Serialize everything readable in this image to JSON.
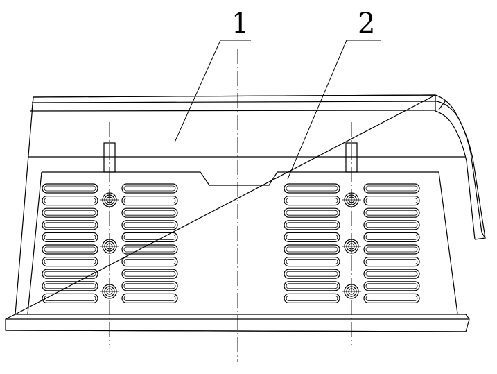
{
  "labels": {
    "part_1": "1",
    "part_2": "2"
  },
  "colors": {
    "line": "#000000",
    "background": "#ffffff"
  },
  "slot_groups": [
    {
      "name": "left-outer",
      "rows": 10
    },
    {
      "name": "left-inner",
      "rows": 10
    },
    {
      "name": "right-inner",
      "rows": 10
    },
    {
      "name": "right-outer",
      "rows": 10
    }
  ],
  "fastener_columns": [
    {
      "name": "left",
      "count": 3
    },
    {
      "name": "right",
      "count": 3
    }
  ]
}
